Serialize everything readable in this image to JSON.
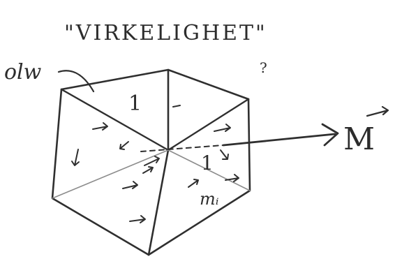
{
  "title": "\"VIRKELIGHET\"",
  "labels": {
    "surface": "olw",
    "total_vector": "M",
    "moment": "mᵢ",
    "face_top": "1",
    "face_center": "1",
    "question_mark": "?"
  },
  "colors": {
    "ink": "#2f2f2f",
    "paper": "#ffffff"
  }
}
